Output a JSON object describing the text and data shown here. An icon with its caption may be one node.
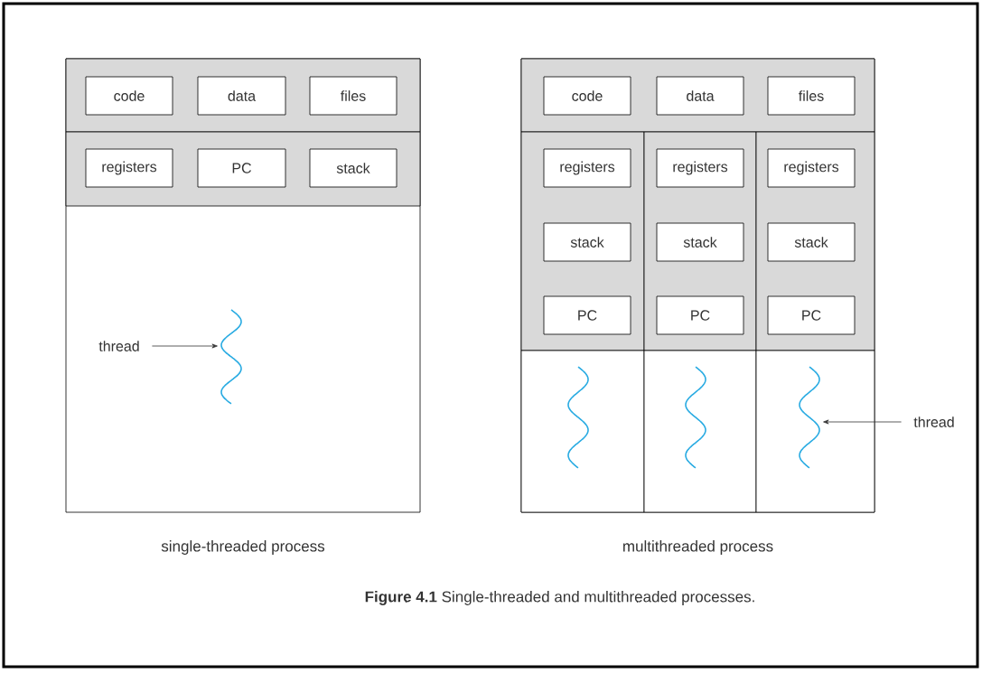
{
  "diagram": {
    "caption": "**Figure 4.1** Single-threaded and multithreaded processes.",
    "nodes": [
      {
        "text": [],
        "shape": "box",
        "beside": [
          "single-threaded process"
        ]
      },
      {
        "text": [],
        "shape": "box",
        "in": 0
      },
      {
        "text": [
          "code"
        ],
        "in": 1
      },
      {
        "text": [
          "data"
        ],
        "in": 1
      },
      {
        "text": [
          "files"
        ],
        "in": 1
      },
      {
        "text": [],
        "shape": "box",
        "in": 0
      },
      {
        "text": [
          "registers"
        ],
        "in": 5
      },
      {
        "text": [
          "PC"
        ],
        "in": 5
      },
      {
        "text": [
          "stack"
        ],
        "in": 5
      },
      {
        "text": [
          "thread"
        ],
        "in": 0
      },
      {
        "text": [],
        "shape": "picture",
        "in": 0
      },
      {
        "text": [],
        "shape": "box",
        "beside": [
          "multithreaded process"
        ]
      },
      {
        "text": [],
        "shape": "box",
        "in": 11
      },
      {
        "text": [
          "code"
        ],
        "in": 12
      },
      {
        "text": [
          "data"
        ],
        "in": 12
      },
      {
        "text": [
          "files"
        ],
        "in": 12
      },
      {
        "text": [],
        "shape": "box",
        "in": 11
      },
      {
        "text": [],
        "shape": "box",
        "in": 11
      },
      {
        "text": [],
        "shape": "box",
        "in": 11
      },
      {
        "text": [
          "registers"
        ],
        "in": 16
      },
      {
        "text": [
          "stack"
        ],
        "in": 16
      },
      {
        "text": [
          "PC"
        ],
        "in": 16
      },
      {
        "text": [
          "registers"
        ],
        "in": 17
      },
      {
        "text": [
          "stack"
        ],
        "in": 17
      },
      {
        "text": [
          "PC"
        ],
        "in": 17
      },
      {
        "text": [
          "registers"
        ],
        "in": 18
      },
      {
        "text": [
          "stack"
        ],
        "in": 18
      },
      {
        "text": [
          "PC"
        ],
        "in": 18
      },
      {
        "text": [],
        "shape": "box",
        "in": 11
      },
      {
        "text": [],
        "shape": "box",
        "in": 11
      },
      {
        "text": [],
        "shape": "box",
        "in": 11
      },
      {
        "text": [],
        "shape": "picture",
        "in": 28
      },
      {
        "text": [],
        "shape": "picture",
        "in": 29
      },
      {
        "text": [],
        "shape": "picture",
        "in": 30
      },
      {
        "text": [
          "thread"
        ]
      }
    ],
    "edges": [
      {
        "from": 9,
        "to": 10,
        "arrow": "to"
      },
      {
        "from": 34,
        "to": 33,
        "arrow": "to"
      }
    ]
  }
}
